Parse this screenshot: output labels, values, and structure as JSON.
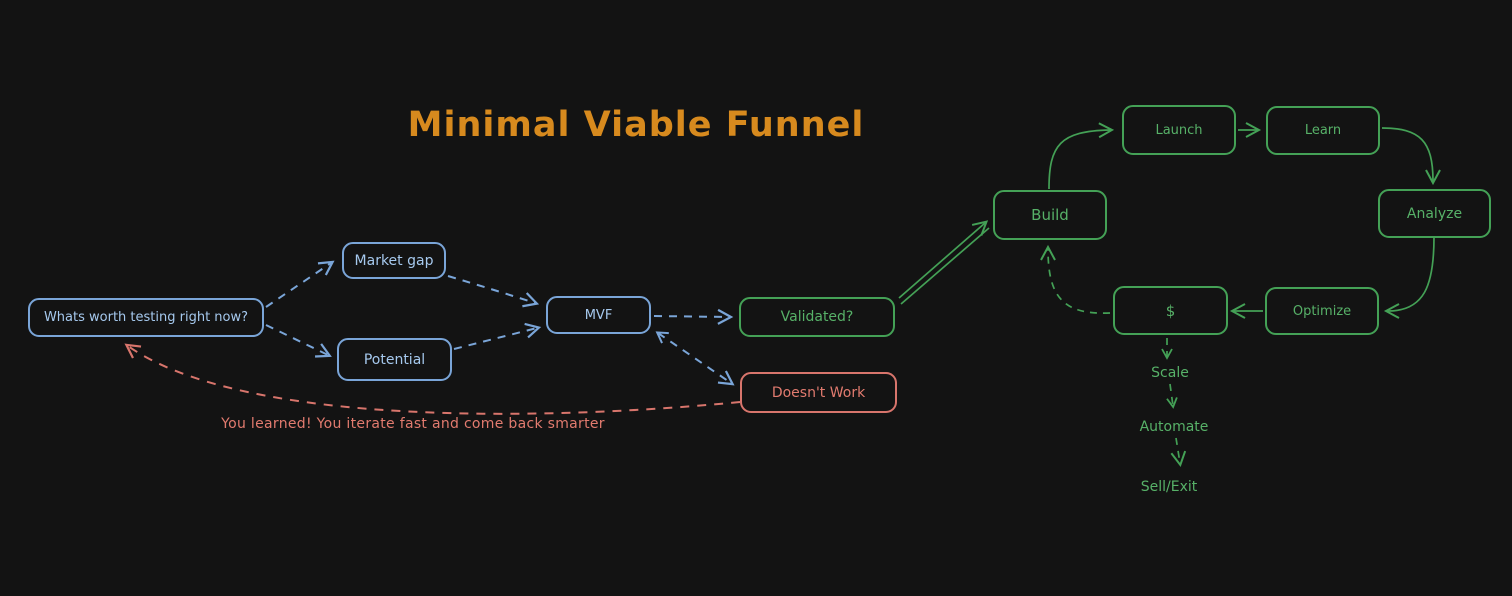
{
  "title": "Minimal Viable Funnel",
  "colors": {
    "background": "#131313",
    "blue": "#7aa5d8",
    "blue_text": "#a6c9ee",
    "green": "#44a156",
    "green_text": "#57b168",
    "red": "#d8756c",
    "red_text": "#e27b6f",
    "orange": "#d78a1e"
  },
  "nodes": {
    "whats_worth": {
      "label": "Whats worth testing right now?",
      "color": "blue"
    },
    "market_gap": {
      "label": "Market gap",
      "color": "blue"
    },
    "potential": {
      "label": "Potential",
      "color": "blue"
    },
    "mvf": {
      "label": "MVF",
      "color": "blue"
    },
    "validated": {
      "label": "Validated?",
      "color": "green"
    },
    "doesnt_work": {
      "label": "Doesn't Work",
      "color": "red"
    },
    "build": {
      "label": "Build",
      "color": "green"
    },
    "launch": {
      "label": "Launch",
      "color": "green"
    },
    "learn": {
      "label": "Learn",
      "color": "green"
    },
    "analyze": {
      "label": "Analyze",
      "color": "green"
    },
    "optimize": {
      "label": "Optimize",
      "color": "green"
    },
    "revenue": {
      "label": "$",
      "color": "green"
    }
  },
  "flow_labels": {
    "scale": "Scale",
    "automate": "Automate",
    "sell_exit": "Sell/Exit"
  },
  "annotation": "You learned! You iterate fast and come back smarter",
  "edges": [
    {
      "from": "whats_worth",
      "to": "market_gap",
      "style": "dashed",
      "color": "blue"
    },
    {
      "from": "whats_worth",
      "to": "potential",
      "style": "dashed",
      "color": "blue"
    },
    {
      "from": "market_gap",
      "to": "mvf",
      "style": "dashed",
      "color": "blue"
    },
    {
      "from": "potential",
      "to": "mvf",
      "style": "dashed",
      "color": "blue"
    },
    {
      "from": "mvf",
      "to": "validated",
      "style": "dashed",
      "color": "blue"
    },
    {
      "from": "mvf",
      "to": "doesnt_work",
      "style": "dashed",
      "color": "blue",
      "bidirectional": true
    },
    {
      "from": "validated",
      "to": "build",
      "style": "solid-double",
      "color": "green"
    },
    {
      "from": "build",
      "to": "launch",
      "style": "solid",
      "color": "green"
    },
    {
      "from": "launch",
      "to": "learn",
      "style": "solid",
      "color": "green"
    },
    {
      "from": "learn",
      "to": "analyze",
      "style": "solid",
      "color": "green"
    },
    {
      "from": "analyze",
      "to": "optimize",
      "style": "solid",
      "color": "green"
    },
    {
      "from": "optimize",
      "to": "revenue",
      "style": "solid",
      "color": "green"
    },
    {
      "from": "revenue",
      "to": "build",
      "style": "dashed",
      "color": "green"
    },
    {
      "from": "revenue",
      "to": "scale",
      "style": "dashed",
      "color": "green"
    },
    {
      "from": "scale",
      "to": "automate",
      "style": "dashed",
      "color": "green"
    },
    {
      "from": "automate",
      "to": "sell_exit",
      "style": "dashed",
      "color": "green"
    },
    {
      "from": "doesnt_work",
      "to": "whats_worth",
      "style": "dashed",
      "color": "red",
      "note": "annotation"
    }
  ]
}
